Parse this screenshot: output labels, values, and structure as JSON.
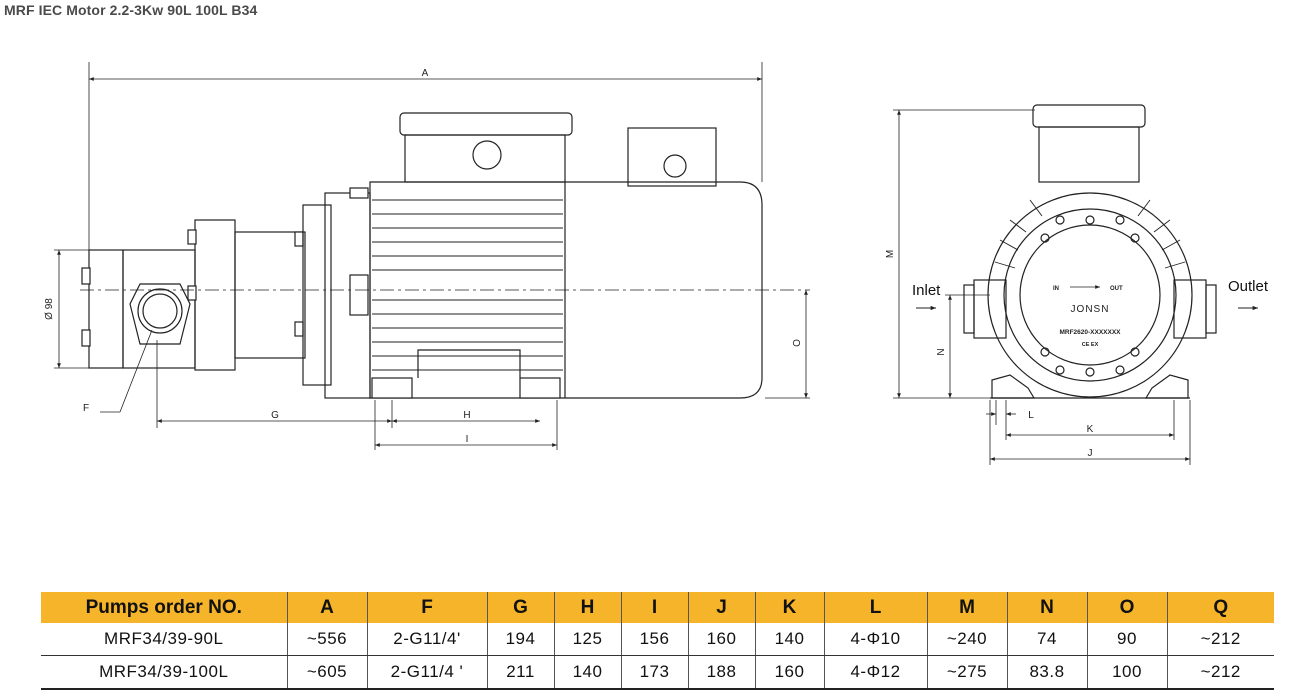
{
  "page": {
    "title": "MRF IEC Motor 2.2-3Kw 90L 100L B34"
  },
  "drawing": {
    "dimension_labels": [
      "A",
      "F",
      "G",
      "H",
      "I",
      "O",
      "M",
      "N",
      "L",
      "K",
      "J"
    ],
    "diameter_label": "Ø 98",
    "inlet_label": "Inlet",
    "outlet_label": "Outlet",
    "nameplate": {
      "in_label": "IN",
      "out_label": "OUT",
      "brand": "JONSN",
      "model": "MRF2620-XXXXXXX",
      "cert": "CE  EX"
    }
  },
  "table": {
    "headers": [
      "Pumps order NO.",
      "A",
      "F",
      "G",
      "H",
      "I",
      "J",
      "K",
      "L",
      "M",
      "N",
      "O",
      "Q"
    ],
    "rows": [
      [
        "MRF34/39-90L",
        "~556",
        "2-G11/4'",
        "194",
        "125",
        "156",
        "160",
        "140",
        "4-Φ10",
        "~240",
        "74",
        "90",
        "~212"
      ],
      [
        "MRF34/39-100L",
        "~605",
        "2-G11/4 '",
        "211",
        "140",
        "173",
        "188",
        "160",
        "4-Φ12",
        "~275",
        "83.8",
        "100",
        "~212"
      ]
    ]
  }
}
